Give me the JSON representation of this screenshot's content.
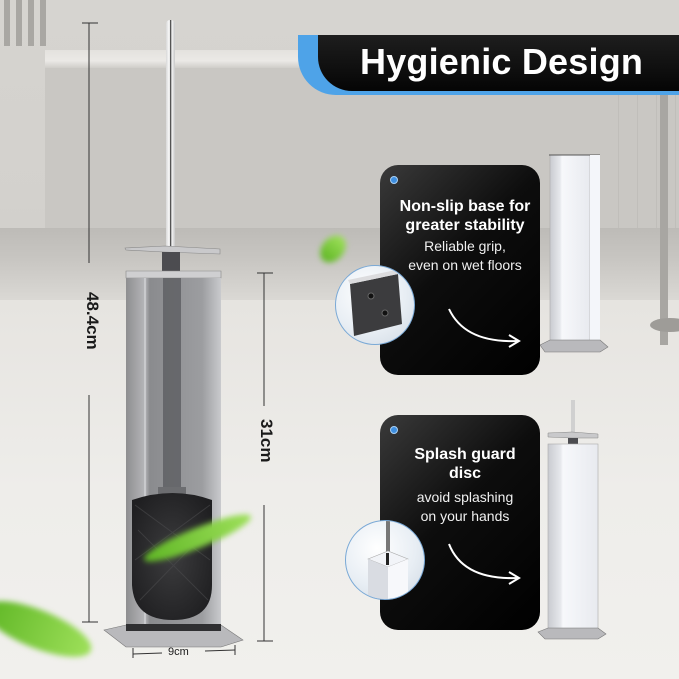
{
  "header": {
    "title": "Hygienic Design",
    "accent_color": "#4ea3e8",
    "background_color": "#0a0a0a"
  },
  "dimensions": {
    "total_height": "48.4cm",
    "holder_height": "31cm",
    "base_width": "9cm"
  },
  "features": [
    {
      "heading": "Non-slip base for greater stability",
      "heading_line1": "Non-slip base for",
      "heading_line2": "greater stability",
      "description_line1": "Reliable grip,",
      "description_line2": "even on wet floors",
      "inset_icon": "base-bottom-detail-icon"
    },
    {
      "heading": "Splash guard disc",
      "heading_line1": "Splash guard",
      "heading_line2": "disc",
      "description_line1": "avoid splashing",
      "description_line2": "on your hands",
      "inset_icon": "splash-guard-detail-icon"
    }
  ]
}
